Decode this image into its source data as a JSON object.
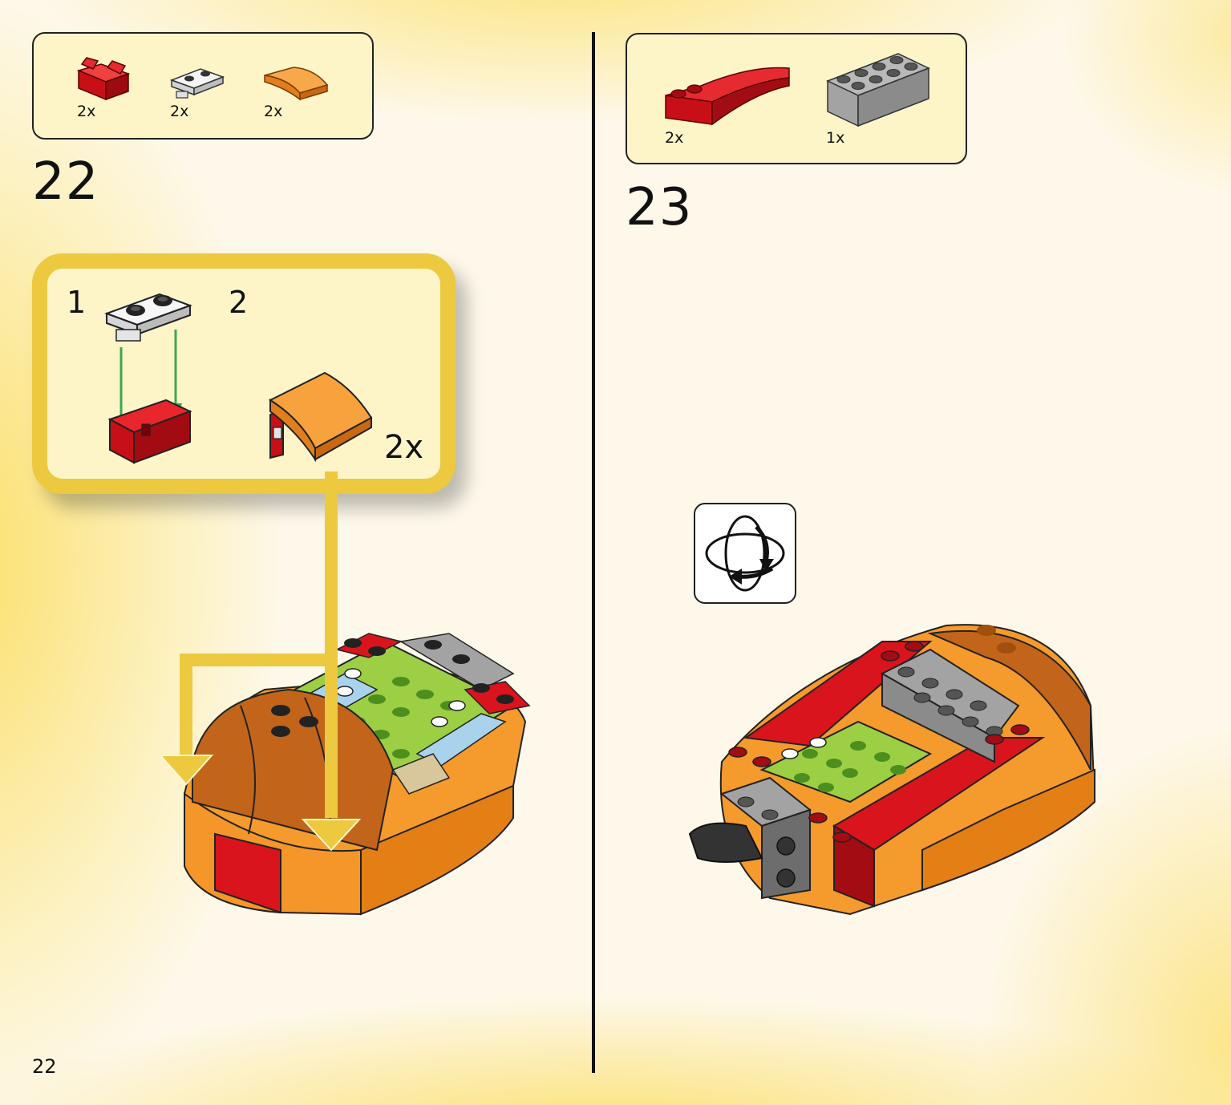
{
  "page": {
    "number": "22"
  },
  "steps": [
    {
      "number": "22",
      "parts": [
        {
          "qty": "2x",
          "name": "red-hinge-brick-icon",
          "color": "#d9141c"
        },
        {
          "qty": "2x",
          "name": "white-hinge-plate-icon",
          "color": "#e8e8e8"
        },
        {
          "qty": "2x",
          "name": "orange-curved-slope-icon",
          "color": "#f39a2e"
        }
      ],
      "callout": {
        "substeps": [
          "1",
          "2"
        ],
        "multiplier": "2x",
        "frame_color": "#ecc93e"
      }
    },
    {
      "number": "23",
      "parts": [
        {
          "qty": "2x",
          "name": "red-curved-slope-icon",
          "color": "#d9141c"
        },
        {
          "qty": "1x",
          "name": "gray-brick-2x4-icon",
          "color": "#a3a3a3"
        }
      ],
      "rotate_icon": "rotate-model-icon"
    }
  ],
  "colors": {
    "red": "#d9141c",
    "orange": "#f39a2e",
    "dark_orange": "#c2651a",
    "lime": "#9ccf44",
    "gray": "#a3a3a3",
    "light_blue": "#a9d3ec",
    "tan": "#d8c79a",
    "arrow_green": "#3aa655",
    "arrow_yellow": "#ecc93e"
  }
}
